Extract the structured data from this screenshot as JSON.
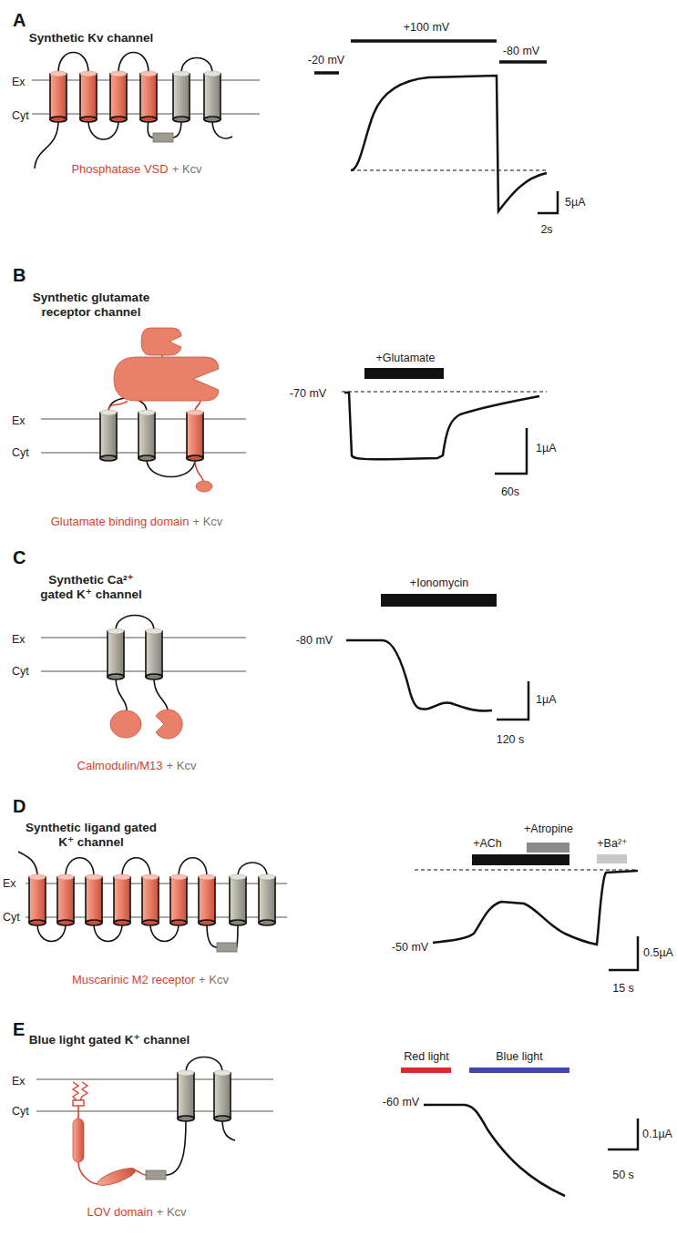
{
  "diagram": {
    "labels": [
      "A",
      "Synthetic Kv channel",
      "Ex",
      "Cyt",
      "Phosphatase VSD",
      "+ Kcv",
      "-20 mV",
      "+100 mV",
      "-80 mV",
      "5µA",
      "2s",
      "B",
      "Synthetic glutamate receptor channel",
      "Ex",
      "Cyt",
      "Glutamate binding domain",
      "+ Kcv",
      "+Glutamate",
      "-70 mV",
      "1µA",
      "60s",
      "C",
      "Synthetic Ca²⁺ gated K⁺ channel",
      "Ex",
      "Cyt",
      "Calmodulin/M13",
      "+ Kcv",
      "+Ionomycin",
      "-80 mV",
      "1µA",
      "120 s",
      "D",
      "Synthetic ligand gated K⁺ channel",
      "Ex",
      "Cyt",
      "Muscarinic M2 receptor",
      "+ Kcv",
      "+ACh",
      "+Atropine",
      "+Ba²⁺",
      "-50 mV",
      "0.5µA",
      "15 s",
      "E",
      "Blue light gated K⁺ channel",
      "Ex",
      "Cyt",
      "LOV domain",
      "+ Kcv",
      "Red light",
      "Blue light",
      "-60 mV",
      "0.1µA",
      "50 s"
    ]
  }
}
